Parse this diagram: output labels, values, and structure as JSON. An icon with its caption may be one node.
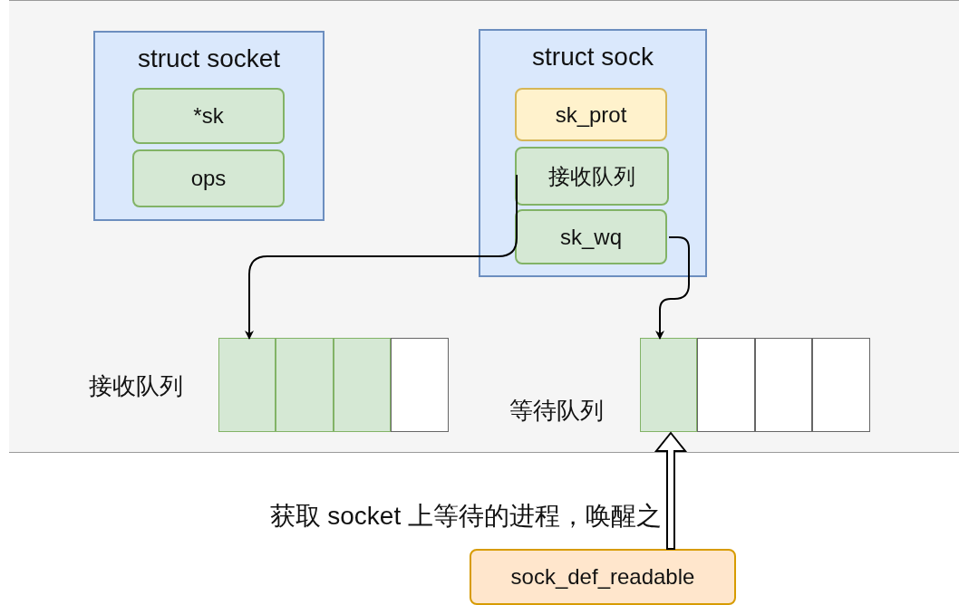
{
  "diagram": {
    "nodes": [
      {
        "text": [],
        "shape": "box"
      },
      {
        "text": [
          "struct socket"
        ],
        "in": 0
      },
      {
        "text": [
          "*sk"
        ],
        "in": 1
      },
      {
        "text": [
          "ops"
        ],
        "in": 1
      },
      {
        "text": [
          "struct sock"
        ],
        "in": 0
      },
      {
        "text": [
          "sk_prot"
        ],
        "in": 4
      },
      {
        "text": [
          "接收队列"
        ],
        "in": 4
      },
      {
        "text": [
          "sk_wq"
        ],
        "in": 4
      },
      {
        "text": [],
        "shape": "box",
        "in": 0
      },
      {
        "text": [],
        "shape": "box",
        "in": 0
      },
      {
        "text": [],
        "shape": "box",
        "in": 0
      },
      {
        "text": [],
        "shape": "box",
        "in": 0
      },
      {
        "text": [],
        "shape": "box",
        "in": 0
      },
      {
        "text": [],
        "shape": "box",
        "in": 0
      },
      {
        "text": [],
        "shape": "box",
        "in": 0
      },
      {
        "text": [],
        "shape": "box",
        "in": 0
      },
      {
        "text": [
          "sock_def_readable"
        ]
      }
    ],
    "edges": [
      {
        "from": 6,
        "to": 8,
        "arrow": "to"
      },
      {
        "from": 7,
        "to": 12,
        "arrow": "to"
      },
      {
        "from": 16,
        "to": 12,
        "arrow": "to",
        "label": "获取 socket 上等待的进程，唤醒之",
        "style": "thick"
      }
    ],
    "labels": [
      "接收队列",
      "等待队列"
    ]
  }
}
